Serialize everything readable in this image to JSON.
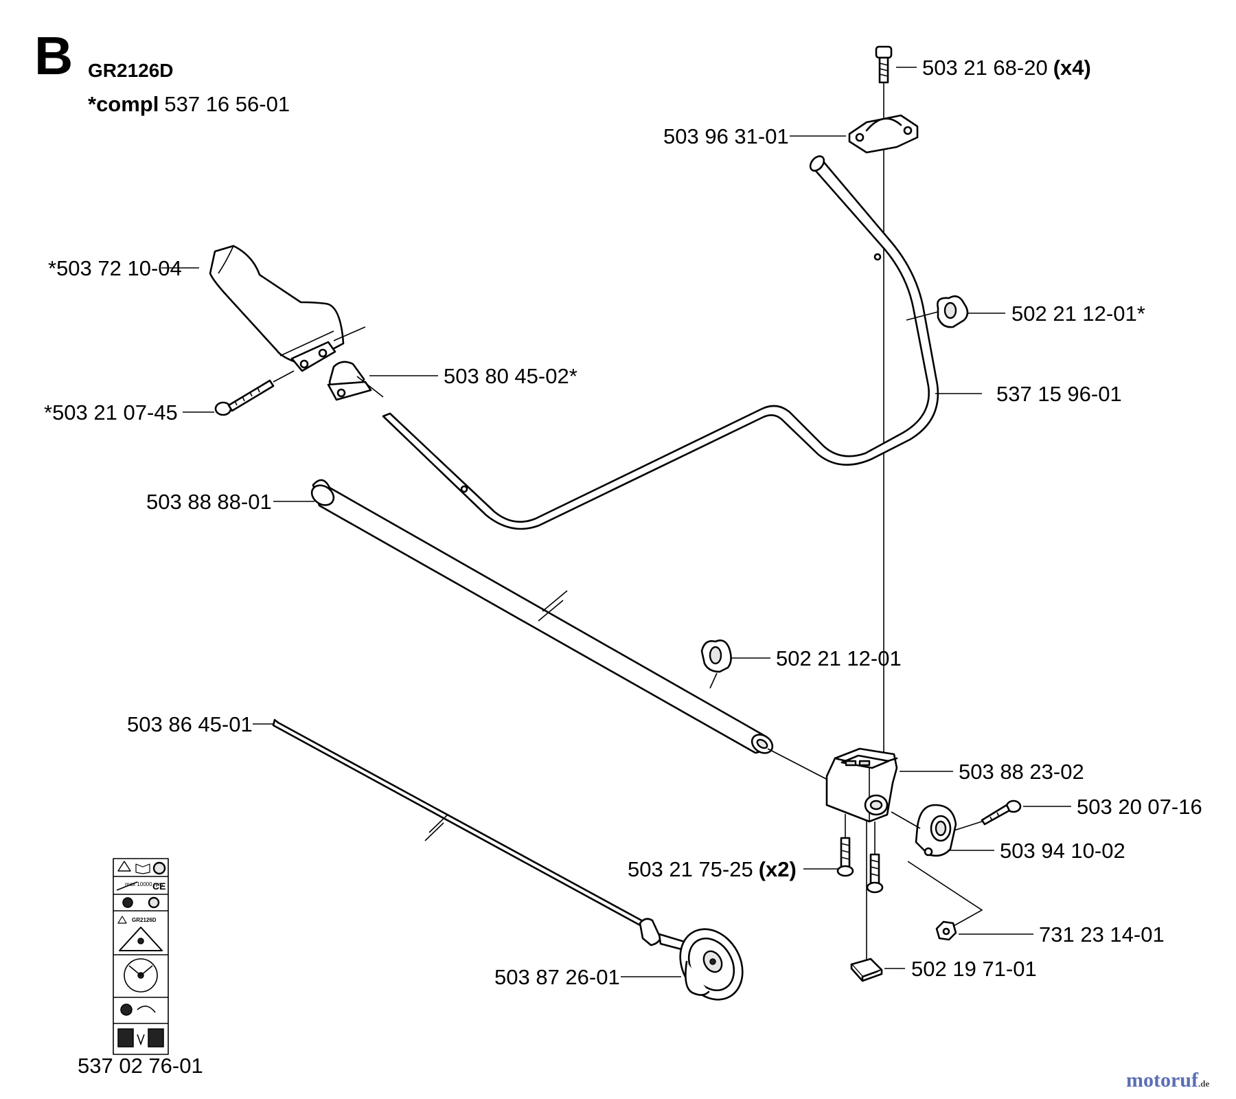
{
  "header": {
    "section": "B",
    "model": "GR2126D",
    "compl_prefix": "*compl",
    "compl_number": "537 16 56-01"
  },
  "labels": {
    "p_503216820": {
      "text": "503 21 68-20",
      "suffix": "(x4)"
    },
    "p_503963101": {
      "text": "503 96 31-01"
    },
    "p_503721004": {
      "text": "*503 72 10-04"
    },
    "p_502211201s": {
      "text": "502 21 12-01*"
    },
    "p_503804502": {
      "text": "503 80 45-02*"
    },
    "p_537159601": {
      "text": "537 15 96-01"
    },
    "p_503210745": {
      "text": "*503 21 07-45"
    },
    "p_503888801": {
      "text": "503 88 88-01"
    },
    "p_502211201": {
      "text": "502 21 12-01"
    },
    "p_503864501": {
      "text": "503 86 45-01"
    },
    "p_503882302": {
      "text": "503 88 23-02"
    },
    "p_503200716": {
      "text": "503 20 07-16"
    },
    "p_503941002": {
      "text": "503 94 10-02"
    },
    "p_503217525": {
      "text": "503 21 75-25",
      "suffix": "(x2)"
    },
    "p_731231401": {
      "text": "731 23 14-01"
    },
    "p_502197101": {
      "text": "502 19 71-01"
    },
    "p_503872601": {
      "text": "503 87 26-01"
    },
    "p_537027601": {
      "text": "537 02 76-01"
    }
  },
  "decal": {
    "rpm_text": "max 10000 rpm",
    "ce_mark": "CE",
    "model_small": "GR2126D"
  },
  "watermark": {
    "brand": "motoruf",
    "tld": ".de"
  }
}
